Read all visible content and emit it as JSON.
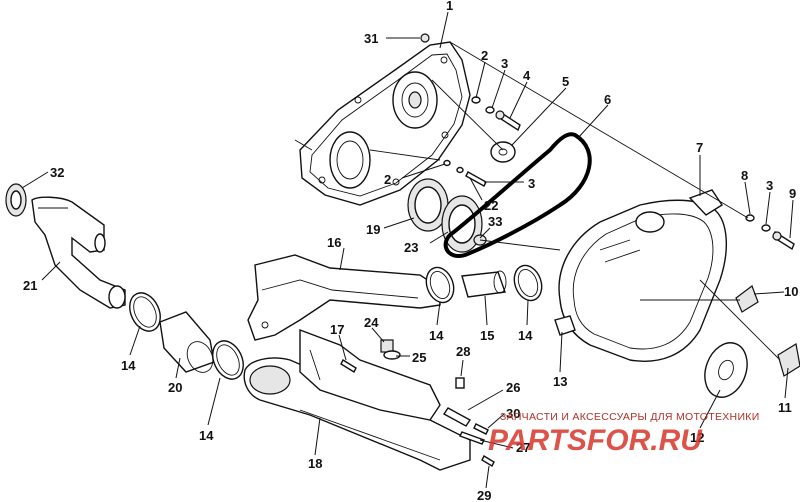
{
  "labels": [
    {
      "id": "1",
      "text": "1"
    },
    {
      "id": "2a",
      "text": "2"
    },
    {
      "id": "3a",
      "text": "3"
    },
    {
      "id": "4",
      "text": "4"
    },
    {
      "id": "5",
      "text": "5"
    },
    {
      "id": "6",
      "text": "6"
    },
    {
      "id": "7",
      "text": "7"
    },
    {
      "id": "8",
      "text": "8"
    },
    {
      "id": "3c",
      "text": "3"
    },
    {
      "id": "9",
      "text": "9"
    },
    {
      "id": "10",
      "text": "10"
    },
    {
      "id": "11",
      "text": "11"
    },
    {
      "id": "12",
      "text": "12"
    },
    {
      "id": "13",
      "text": "13"
    },
    {
      "id": "14a",
      "text": "14"
    },
    {
      "id": "14b",
      "text": "14"
    },
    {
      "id": "14c",
      "text": "14"
    },
    {
      "id": "14d",
      "text": "14"
    },
    {
      "id": "15",
      "text": "15"
    },
    {
      "id": "16",
      "text": "16"
    },
    {
      "id": "17",
      "text": "17"
    },
    {
      "id": "18",
      "text": "18"
    },
    {
      "id": "19",
      "text": "19"
    },
    {
      "id": "20",
      "text": "20"
    },
    {
      "id": "21",
      "text": "21"
    },
    {
      "id": "2b",
      "text": "2"
    },
    {
      "id": "3b",
      "text": "3"
    },
    {
      "id": "22",
      "text": "22"
    },
    {
      "id": "23",
      "text": "23"
    },
    {
      "id": "24",
      "text": "24"
    },
    {
      "id": "25",
      "text": "25"
    },
    {
      "id": "26",
      "text": "26"
    },
    {
      "id": "27",
      "text": "27"
    },
    {
      "id": "28",
      "text": "28"
    },
    {
      "id": "29",
      "text": "29"
    },
    {
      "id": "30",
      "text": "30"
    },
    {
      "id": "31",
      "text": "31"
    },
    {
      "id": "32",
      "text": "32"
    },
    {
      "id": "33",
      "text": "33"
    }
  ],
  "watermark": {
    "caption": "ЗАПЧАСТИ И АКСЕССУАРЫ ДЛЯ МОТОТЕХНИКИ",
    "brand": "PARTSFOR.RU",
    "color": "#d8352a"
  }
}
